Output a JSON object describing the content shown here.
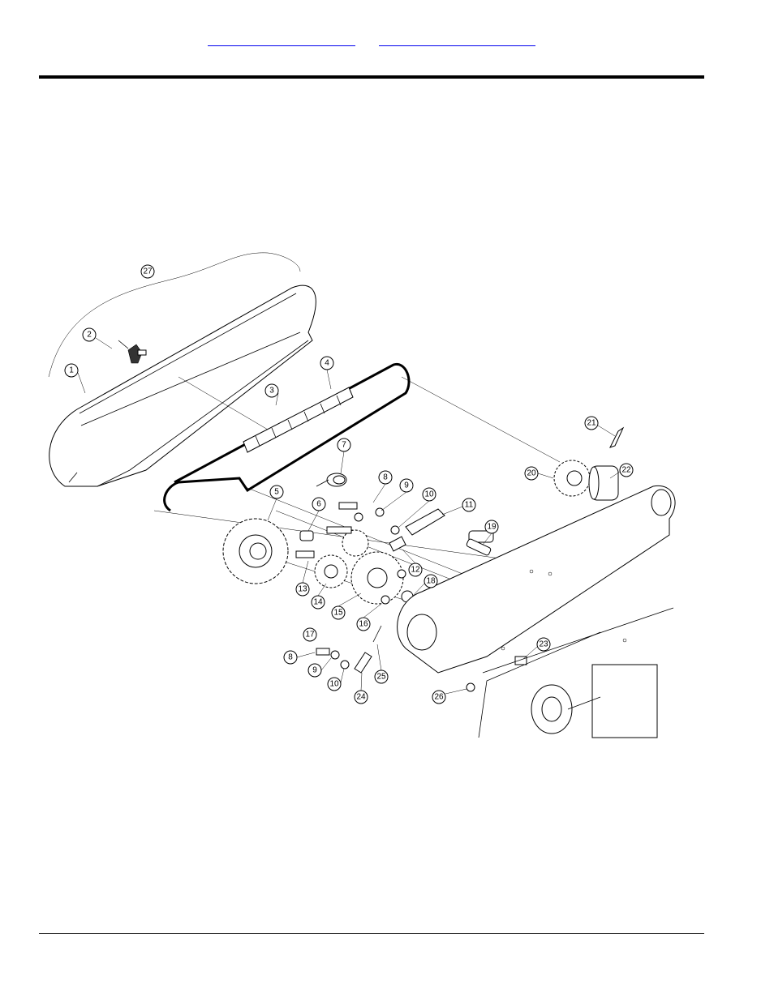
{
  "header": {
    "links": [
      {
        "label": ""
      },
      {
        "label": ""
      }
    ]
  },
  "diagram": {
    "callouts": [
      "1",
      "2",
      "3",
      "4",
      "5",
      "6",
      "7",
      "8",
      "9",
      "10",
      "11",
      "12",
      "13",
      "14",
      "15",
      "16",
      "17",
      "18",
      "19",
      "20",
      "21",
      "22",
      "23",
      "24",
      "25",
      "26",
      "27",
      "8",
      "9",
      "10"
    ]
  }
}
